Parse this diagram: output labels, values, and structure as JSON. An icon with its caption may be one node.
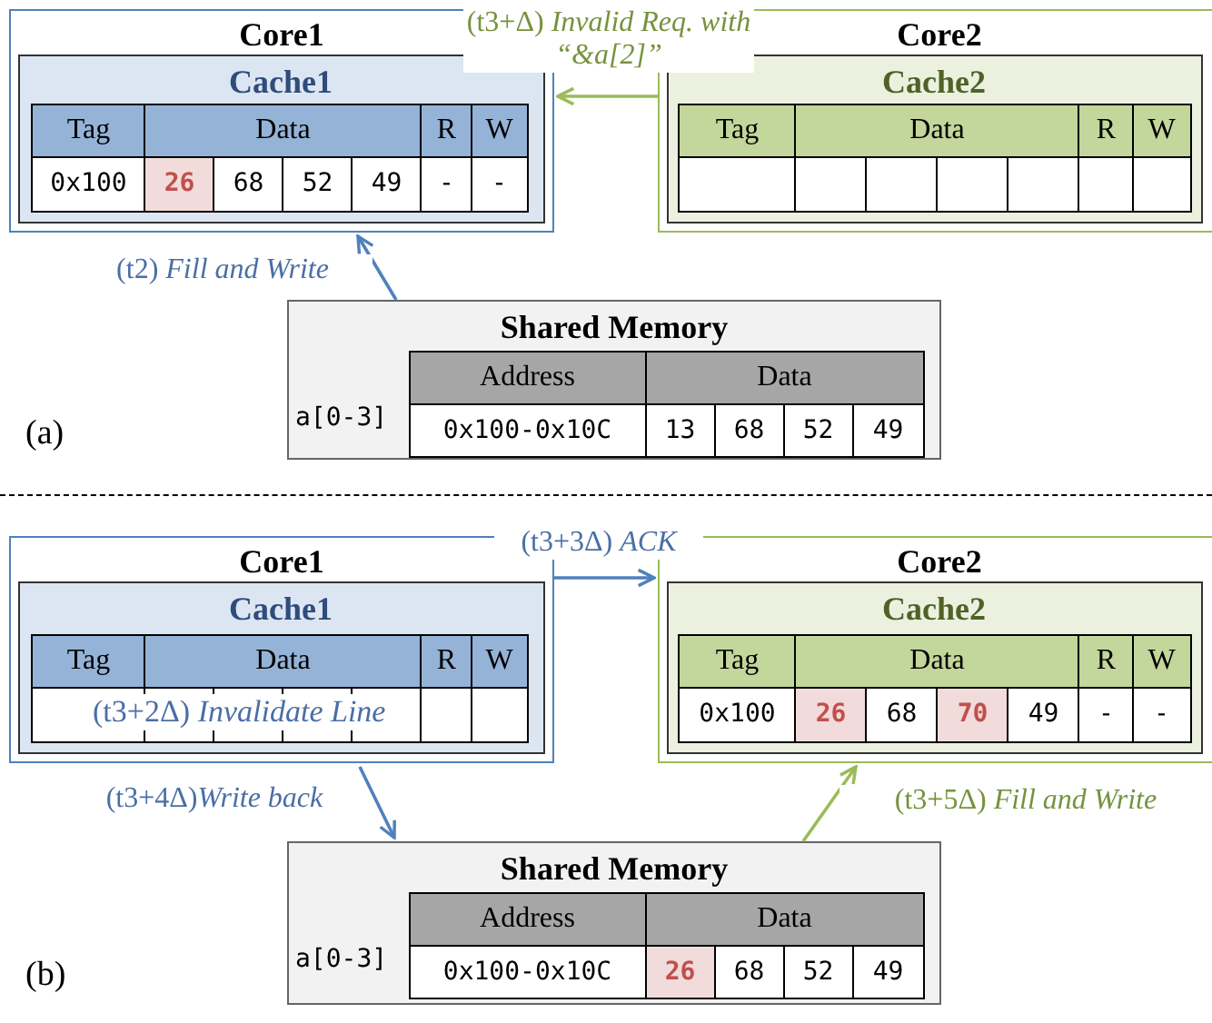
{
  "diagram": {
    "nodes": [
      {
        "text": [
          "Core1"
        ]
      },
      {
        "text": [
          "Cache1"
        ],
        "in": 0
      },
      {
        "text": [
          "Core2"
        ]
      },
      {
        "text": [
          "Cache2"
        ],
        "in": 2
      },
      {
        "text": [
          "Shared Memory"
        ]
      },
      {
        "text": [
          "Core1"
        ]
      },
      {
        "text": [
          "Cache1"
        ],
        "in": 5
      },
      {
        "text": [
          "Core2"
        ]
      },
      {
        "text": [
          "Cache2"
        ],
        "in": 7
      },
      {
        "text": [
          "Shared Memory"
        ]
      }
    ],
    "edges": [
      {
        "from": 2,
        "to": 0,
        "arrow": "to",
        "label": "(t3+Δ) *Invalid Req. with “&a[2]”*",
        "color": "#9bbb59"
      },
      {
        "from": 4,
        "to": 0,
        "arrow": "to",
        "label": "(t2) *Fill and Write*"
      },
      {
        "from": 5,
        "to": 7,
        "arrow": "to",
        "label": "(t3+3Δ) *ACK*"
      },
      {
        "from": 5,
        "to": 9,
        "arrow": "to",
        "label": "(t3+4Δ)*Write back*"
      },
      {
        "from": 9,
        "to": 7,
        "arrow": "to",
        "label": "(t3+5Δ) *Fill and Write*",
        "color": "#9bbb59"
      }
    ],
    "labels": [
      "Tag",
      "Data",
      "R",
      "W",
      "0x100",
      "26",
      "68",
      "52",
      "49",
      "-",
      "-",
      "Tag",
      "Data",
      "R",
      "W",
      "Address",
      "Data",
      "a[0-3]",
      "0x100-0x10C",
      "13",
      "68",
      "52",
      "49",
      "(a)",
      "Tag",
      "Data",
      "R",
      "W",
      "(t3+2Δ) *Invalidate Line*",
      "Tag",
      "Data",
      "R",
      "W",
      "0x100",
      "26",
      "68",
      "70",
      "49",
      "-",
      "-",
      "Address",
      "Data",
      "a[0-3]",
      "0x100-0x10C",
      "26",
      "68",
      "52",
      "49",
      "(b)"
    ]
  }
}
